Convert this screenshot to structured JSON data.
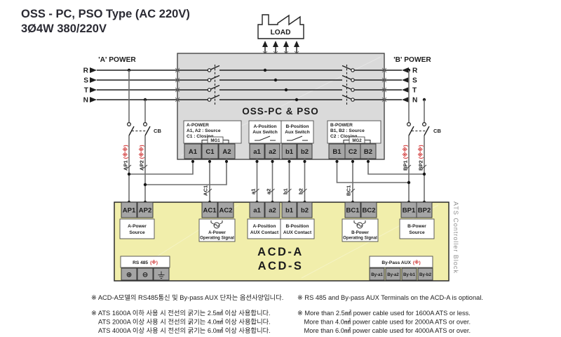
{
  "title": {
    "line1": "OSS - PC, PSO Type (AC 220V)",
    "line2": "3Ø4W 380/220V"
  },
  "load_label": "LOAD",
  "phases": [
    "R",
    "S",
    "T",
    "N"
  ],
  "a_power_label": "'A' POWER",
  "b_power_label": "'B' POWER",
  "cb_label": "CB",
  "red_note_double": "(※※)",
  "red_note_single": "(※)",
  "feeders": {
    "ap1": "AP1",
    "ap2": "AP2",
    "bp1": "BP1",
    "bp2": "BP2"
  },
  "oss": {
    "title": "OSS-PC & PSO",
    "a_power_box": {
      "l1": "A-POWER",
      "l2": "A1, A2 : Source",
      "l3": "C1 : Closing",
      "mg": "MG1"
    },
    "a_pos_box": {
      "l1": "A-Position",
      "l2": "Aux Switch"
    },
    "b_pos_box": {
      "l1": "B-Position",
      "l2": "Aux Switch"
    },
    "b_power_box": {
      "l1": "B-POWER",
      "l2": "B1, B2 : Source",
      "l3": "C2 : Closing",
      "mg": "MG2"
    },
    "terminals": [
      "A1",
      "C1",
      "A2",
      "a1",
      "a2",
      "b1",
      "b2",
      "B1",
      "C2",
      "B2"
    ]
  },
  "wire_labels": [
    "AC1",
    "a1",
    "a2",
    "b1",
    "b2",
    "BC1"
  ],
  "acd": {
    "side_label": "ATS Controller Block",
    "model_a": "ACD-A",
    "model_s": "ACD-S",
    "terminals": [
      "AP1",
      "AP2",
      "AC1",
      "AC2",
      "a1",
      "a2",
      "b1",
      "b2",
      "BC1",
      "BC2",
      "BP1",
      "BP2"
    ],
    "group_labels": [
      [
        "A-Power",
        "Source"
      ],
      [
        "A-Power",
        "Operating Signal"
      ],
      [
        "A-Position",
        "AUX Contact"
      ],
      [
        "B-Position",
        "AUX Contact"
      ],
      [
        "B-Power",
        "Operating Signal"
      ],
      [
        "B-Power",
        "Source"
      ]
    ],
    "rs485_label": "RS 485",
    "plus": "⊕",
    "minus": "⊖",
    "bypass_label": "By-Pass AUX",
    "bypass_terminals": [
      "By-a1",
      "By-a2",
      "By-b1",
      "By-b2"
    ]
  },
  "footnotes_kr": [
    "※ ACD-A모델의 RS485통신 및 By-pass AUX 단자는 옵션사양입니다.",
    "※ ATS 1600A 이하 사용 시 전선의 굵기는 2.5㎟ 이상 사용합니다.",
    "ATS 2000A 이상 사용 시 전선의 굵기는 4.0㎟ 이상 사용합니다.",
    "ATS 4000A 이상 사용 시 전선의 굵기는 6.0㎟ 이상 사용합니다."
  ],
  "footnotes_en": [
    "※ RS 485 and By-pass AUX Terminals on the ACD-A is optional.",
    "※ More than 2.5㎟ power cable used for 1600A ATS or less.",
    "More than 4.0㎟ power cable used for 2000A ATS or over.",
    "More than 6.0㎟ power cable used for 4000A ATS or over."
  ],
  "colors": {
    "yellow_block": "#f1eeab",
    "grey_block": "#dadada",
    "terminal_grey": "#a5a5a5",
    "footnote_pink": "#ec8b8b",
    "note_red": "#cf2f2f"
  }
}
